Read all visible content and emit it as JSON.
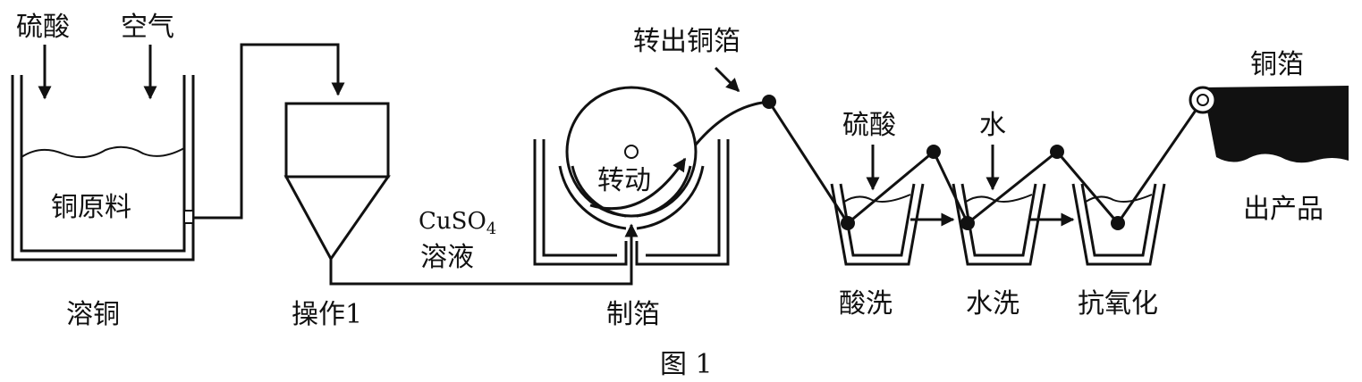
{
  "labels": {
    "dissolve_inputs": {
      "acid": "硫酸",
      "air": "空气"
    },
    "raw_material": "铜原料",
    "stage_dissolve": "溶铜",
    "stage_op1": "操作1",
    "solution_formula": "CuSO",
    "solution_subscript": "4",
    "solution_word": "溶液",
    "rotate": "转动",
    "stage_foil_making": "制箔",
    "take_out_foil": "转出铜箔",
    "acid_input": "硫酸",
    "water_input": "水",
    "stage_acid_wash": "酸洗",
    "stage_water_wash": "水洗",
    "stage_antioxidation": "抗氧化",
    "foil": "铜箔",
    "product_out": "出产品",
    "figure_caption": "图 1"
  }
}
